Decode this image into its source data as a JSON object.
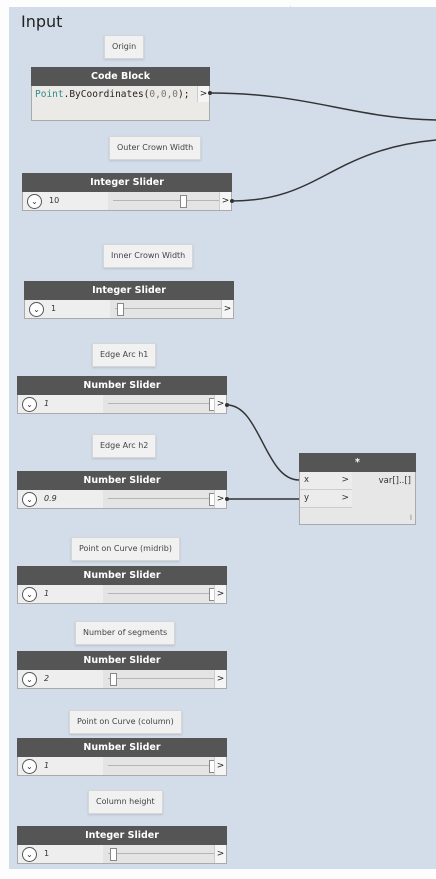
{
  "group": {
    "title": "Input"
  },
  "notes": {
    "origin": "Origin",
    "outer_crown": "Outer Crown Width",
    "inner_crown": "Inner Crown Width",
    "edge_arc_h1": "Edge Arc h1",
    "edge_arc_h2": "Edge Arc h2",
    "point_midrib": "Point on Curve (midrib)",
    "num_segments": "Number of segments",
    "point_column": "Point on Curve (column)",
    "column_height": "Column height"
  },
  "code_block": {
    "title": "Code Block",
    "code_class": "Point",
    "code_method": ".ByCoordinates(",
    "code_args": "0,0,0",
    "code_end": ");",
    "output_port": ">"
  },
  "sliders": [
    {
      "id": "outer_crown",
      "title": "Integer Slider",
      "value": "10",
      "fraction": 0.66,
      "kind": "integer"
    },
    {
      "id": "inner_crown",
      "title": "Integer Slider",
      "value": "1",
      "fraction": 0.0,
      "kind": "integer"
    },
    {
      "id": "edge_arc_h1",
      "title": "Number Slider",
      "value": "1",
      "fraction": 1.0,
      "kind": "number"
    },
    {
      "id": "edge_arc_h2",
      "title": "Number Slider",
      "value": "0.9",
      "fraction": 1.0,
      "kind": "number"
    },
    {
      "id": "point_midrib",
      "title": "Number Slider",
      "value": "1",
      "fraction": 1.0,
      "kind": "number"
    },
    {
      "id": "num_segments",
      "title": "Number Slider",
      "value": "2",
      "fraction": 0.0,
      "kind": "number"
    },
    {
      "id": "point_column",
      "title": "Number Slider",
      "value": "1",
      "fraction": 1.0,
      "kind": "number"
    },
    {
      "id": "column_height",
      "title": "Integer Slider",
      "value": "1",
      "fraction": 0.0,
      "kind": "integer"
    }
  ],
  "multiply": {
    "title": "*",
    "input_x": "x",
    "input_y": "y",
    "output": "var[]..[]",
    "lacing": "l",
    "port_arrow": ">"
  },
  "icons": {
    "chevron": "chevron-down-icon",
    "port_arrow": "output-port-arrow-icon"
  },
  "colors": {
    "group_bg": "#d2dde9",
    "node_header": "#555555",
    "wire": "#333333",
    "code_class": "#2f8f87"
  }
}
